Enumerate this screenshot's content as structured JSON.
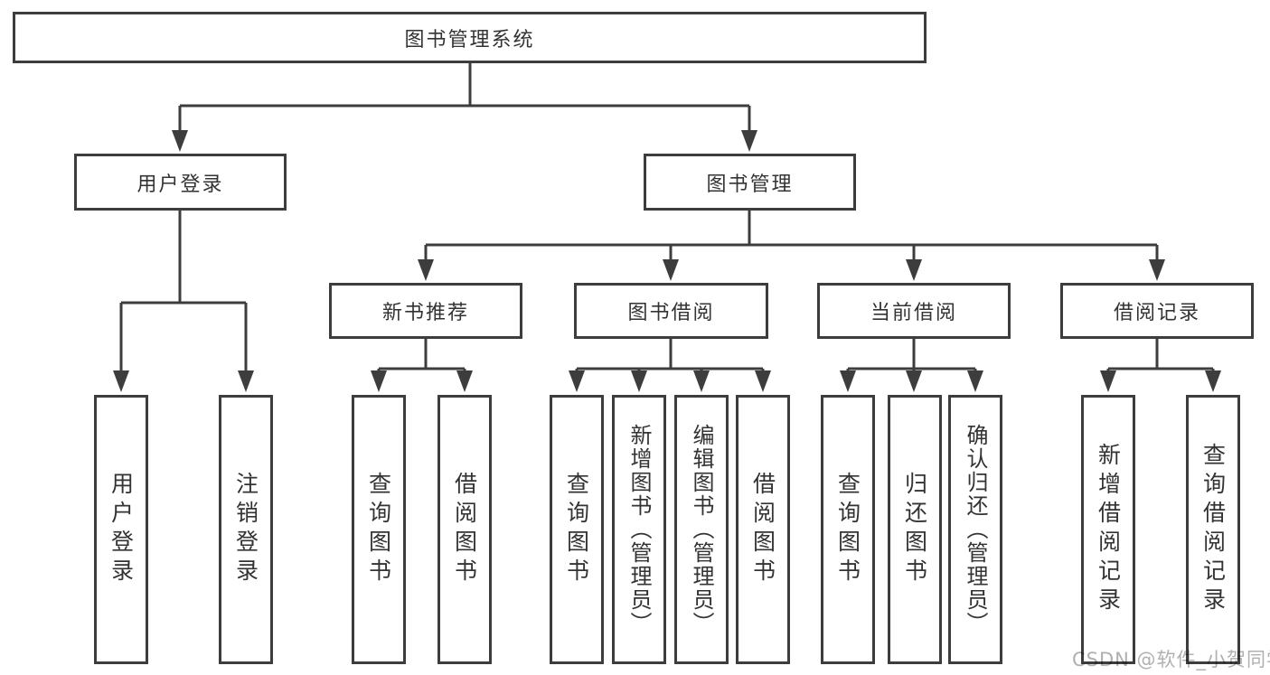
{
  "diagram": {
    "root": {
      "label": "图书管理系统",
      "children": [
        {
          "label": "用户登录",
          "children": [
            {
              "label": "用户登录"
            },
            {
              "label": "注销登录"
            }
          ]
        },
        {
          "label": "图书管理",
          "children": [
            {
              "label": "新书推荐",
              "children": [
                {
                  "label": "查询图书"
                },
                {
                  "label": "借阅图书"
                }
              ]
            },
            {
              "label": "图书借阅",
              "children": [
                {
                  "label": "查询图书"
                },
                {
                  "label": "新增图书（管理员）"
                },
                {
                  "label": "编辑图书（管理员）"
                },
                {
                  "label": "借阅图书"
                }
              ]
            },
            {
              "label": "当前借阅",
              "children": [
                {
                  "label": "查询图书"
                },
                {
                  "label": "归还图书"
                },
                {
                  "label": "确认归还（管理员）"
                }
              ]
            },
            {
              "label": "借阅记录",
              "children": [
                {
                  "label": "新增借阅记录"
                },
                {
                  "label": "查询借阅记录"
                }
              ]
            }
          ]
        }
      ]
    }
  },
  "watermark": {
    "text": "CSDN @软件_小贺同学"
  },
  "colors": {
    "line": "#3d3d3d",
    "box_border": "#3d3d3d",
    "text": "#333333",
    "watermark": "#b0b0b0",
    "background": "#ffffff"
  }
}
